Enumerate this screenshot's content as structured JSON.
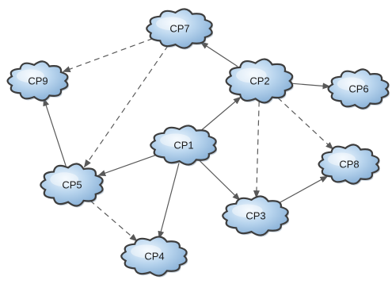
{
  "nodes": [
    {
      "id": "cp1",
      "label": "CP1"
    },
    {
      "id": "cp2",
      "label": "CP2"
    },
    {
      "id": "cp3",
      "label": "CP3"
    },
    {
      "id": "cp4",
      "label": "CP4"
    },
    {
      "id": "cp5",
      "label": "CP5"
    },
    {
      "id": "cp6",
      "label": "CP6"
    },
    {
      "id": "cp7",
      "label": "CP7"
    },
    {
      "id": "cp8",
      "label": "CP8"
    },
    {
      "id": "cp9",
      "label": "CP9"
    }
  ],
  "edges": [
    {
      "from": "cp1",
      "to": "cp2",
      "style": "solid"
    },
    {
      "from": "cp1",
      "to": "cp5",
      "style": "solid"
    },
    {
      "from": "cp1",
      "to": "cp3",
      "style": "solid"
    },
    {
      "from": "cp1",
      "to": "cp4",
      "style": "solid"
    },
    {
      "from": "cp2",
      "to": "cp6",
      "style": "solid"
    },
    {
      "from": "cp2",
      "to": "cp7",
      "style": "solid"
    },
    {
      "from": "cp3",
      "to": "cp8",
      "style": "solid"
    },
    {
      "from": "cp5",
      "to": "cp9",
      "style": "solid"
    },
    {
      "from": "cp7",
      "to": "cp9",
      "style": "dashed"
    },
    {
      "from": "cp7",
      "to": "cp5",
      "style": "dashed"
    },
    {
      "from": "cp2",
      "to": "cp3",
      "style": "dashed"
    },
    {
      "from": "cp2",
      "to": "cp8",
      "style": "dashed"
    },
    {
      "from": "cp5",
      "to": "cp4",
      "style": "dashed"
    }
  ],
  "colors": {
    "cloud_fill_light": "#e4f0fa",
    "cloud_fill_dark": "#8fb8dc",
    "cloud_outline": "#3d3d3d",
    "edge": "#595959",
    "label": "#1a1a1a"
  }
}
